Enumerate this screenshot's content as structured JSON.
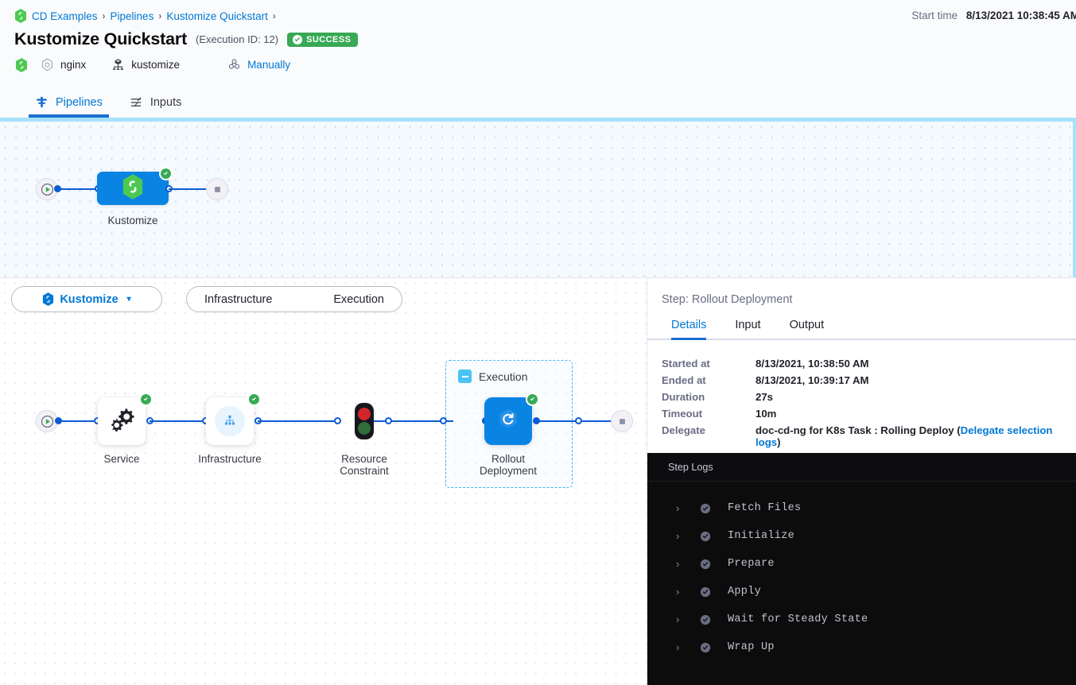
{
  "header": {
    "breadcrumb": [
      {
        "label": "CD Examples",
        "icon": "harness-hex-icon"
      },
      {
        "label": "Pipelines",
        "icon": null
      },
      {
        "label": "Kustomize Quickstart",
        "icon": null
      }
    ],
    "start_time_label": "Start time",
    "start_time_value": "8/13/2021 10:38:45 AM",
    "title": "Kustomize Quickstart",
    "execution_id": "(Execution ID: 12)",
    "status_badge": "SUCCESS",
    "status_color": "#38a956",
    "meta": [
      {
        "icon": "harness-hex-icon",
        "label": ""
      },
      {
        "icon": "service-hex-icon",
        "label": "nginx"
      },
      {
        "icon": "kubernetes-icon",
        "label": "kustomize"
      },
      {
        "icon": "trigger-icon",
        "label": "Manually",
        "link": true
      }
    ],
    "tabs": [
      {
        "label": "Pipelines",
        "icon": "pipeline-icon",
        "active": true
      },
      {
        "label": "Inputs",
        "icon": "inputs-icon",
        "active": false
      }
    ]
  },
  "top_graph": {
    "start_node": "start-play-icon",
    "end_node": "stop-square-icon",
    "stage": {
      "label": "Kustomize",
      "icon": "harness-hex-icon",
      "status": "success"
    }
  },
  "stage_bar": {
    "stage_pill": {
      "label": "Kustomize",
      "icon": "harness-hex-icon",
      "caret": "▾"
    },
    "section_tabs": [
      {
        "label": "Infrastructure"
      },
      {
        "label": "Execution"
      }
    ]
  },
  "exec_graph": {
    "start_node": "start-play-icon",
    "end_node": "stop-square-icon",
    "nodes": [
      {
        "label": "Service",
        "icon": "cogs-icon",
        "status": "success"
      },
      {
        "label": "Infrastructure",
        "icon": "infra-tree-icon",
        "status": "success"
      },
      {
        "label": "Resource Constraint",
        "icon": "traffic-light-icon",
        "status": "none"
      },
      {
        "label": "Rollout Deployment",
        "icon": "rolling-refresh-icon",
        "status": "success"
      }
    ],
    "group": {
      "label": "Execution",
      "collapse_icon": "minus-icon"
    }
  },
  "right_panel": {
    "step_title": "Step: Rollout Deployment",
    "tabs": [
      {
        "label": "Details",
        "active": true
      },
      {
        "label": "Input",
        "active": false
      },
      {
        "label": "Output",
        "active": false
      }
    ],
    "details": [
      {
        "key": "Started at",
        "value": "8/13/2021, 10:38:50 AM"
      },
      {
        "key": "Ended at",
        "value": "8/13/2021, 10:39:17 AM"
      },
      {
        "key": "Duration",
        "value": "27s"
      },
      {
        "key": "Timeout",
        "value": "10m"
      },
      {
        "key": "Delegate",
        "value": "doc-cd-ng for K8s Task : Rolling Deploy (",
        "link_text": "Delegate selection logs",
        "value_suffix": ")"
      }
    ],
    "logs": {
      "header": "Step Logs",
      "rows": [
        {
          "label": "Fetch Files",
          "status": "success",
          "chevron": "›"
        },
        {
          "label": "Initialize",
          "status": "success",
          "chevron": "›"
        },
        {
          "label": "Prepare",
          "status": "success",
          "chevron": "›"
        },
        {
          "label": "Apply",
          "status": "success",
          "chevron": "›"
        },
        {
          "label": "Wait for Steady State",
          "status": "success",
          "chevron": "›"
        },
        {
          "label": "Wrap Up",
          "status": "success",
          "chevron": "›"
        }
      ]
    }
  }
}
